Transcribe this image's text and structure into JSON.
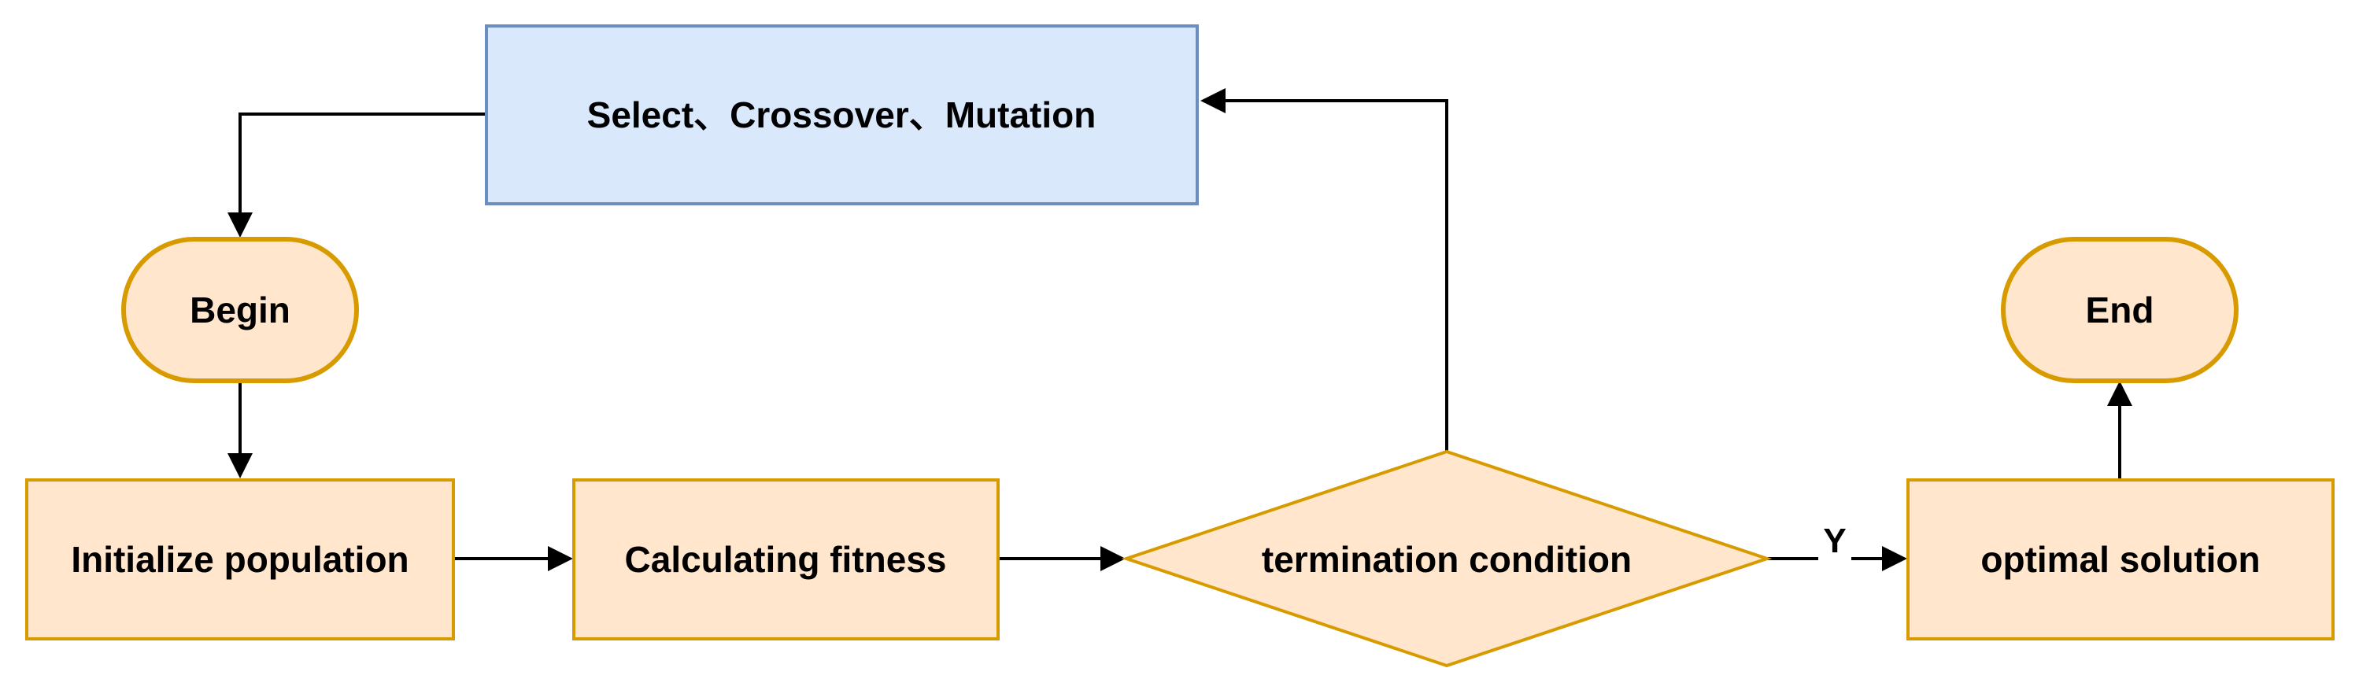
{
  "nodes": {
    "select": "Select、Crossover、Mutation",
    "begin": "Begin",
    "initialize": "Initialize population",
    "fitness": "Calculating fitness",
    "termination": "termination condition",
    "optimal": "optimal solution",
    "end": "End"
  },
  "edges": {
    "yes_label": "Y"
  },
  "colors": {
    "orange_fill": "#ffe6cc",
    "orange_stroke": "#d79b00",
    "blue_fill": "#dae8fc",
    "blue_stroke": "#6c8ebf",
    "line": "#000000"
  }
}
